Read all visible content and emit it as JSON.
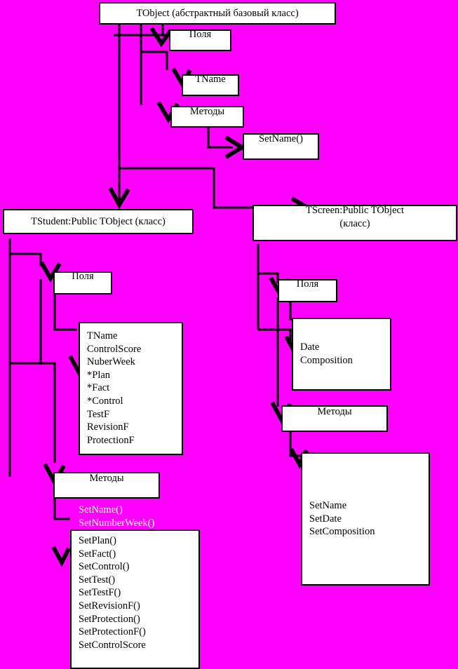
{
  "diagram": {
    "title": "TObject class hierarchy",
    "background_color": "#ff00ff",
    "box_fill_color": "#ffffff",
    "line_color": "#000000",
    "overflow_text_color": "#ffffff"
  },
  "nodes": {
    "tobject": {
      "label": "TObject (абстрактный базовый класс)"
    },
    "tobject_fields": {
      "label": "Поля"
    },
    "tobject_field_tname": {
      "label": "TName"
    },
    "tobject_methods": {
      "label": "Методы"
    },
    "tobject_method_setname": {
      "label": "SetName()"
    },
    "tstudent": {
      "label": "TStudent:Public TObject (класс)"
    },
    "tstudent_fields": {
      "label": "Поля"
    },
    "tstudent_field_list": {
      "items": [
        "TName",
        "ControlScore",
        "NuberWeek",
        "*Plan",
        "*Fact",
        "*Control",
        "TestF",
        "RevisionF",
        "ProtectionF"
      ]
    },
    "tstudent_methods": {
      "label": "Методы"
    },
    "tstudent_method_list": {
      "overflow_items": [
        "SetName()",
        "SetNumberWeek()"
      ],
      "items": [
        "SetPlan()",
        "SetFact()",
        "SetControl()",
        "SetTest()",
        "SetTestF()",
        "SetRevisionF()",
        "SetProtection()",
        "SetProtectionF()",
        "SetControlScore"
      ]
    },
    "tscreen": {
      "label": "TScreen:Public TObject\n(класс)"
    },
    "tscreen_fields": {
      "label": "Поля"
    },
    "tscreen_field_list": {
      "items": [
        "Date",
        "Composition"
      ]
    },
    "tscreen_methods": {
      "label": "Методы"
    },
    "tscreen_method_list": {
      "items": [
        "SetName",
        "SetDate",
        "SetComposition"
      ]
    }
  }
}
